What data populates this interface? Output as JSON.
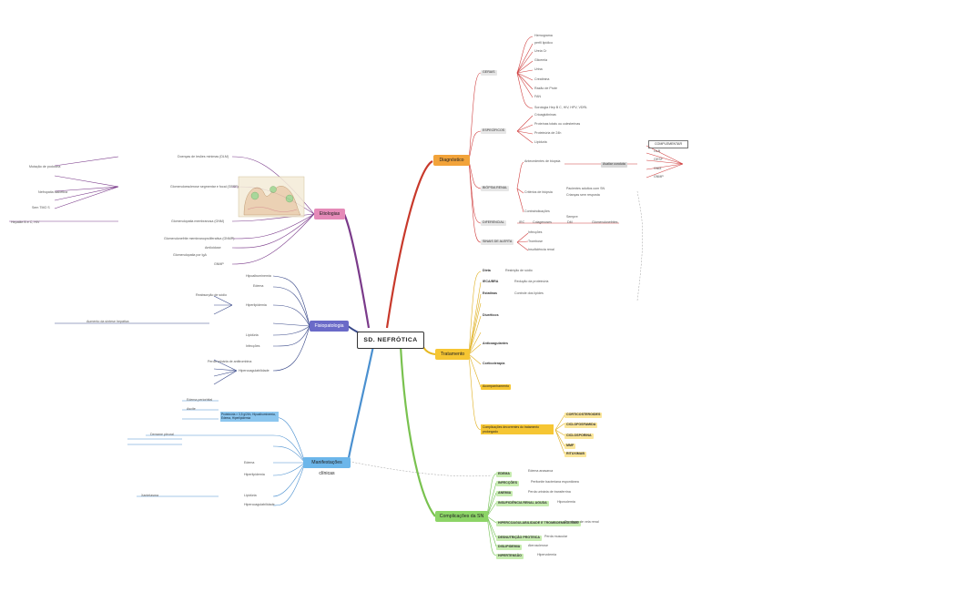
{
  "center": "SD. NEFRÓTICA",
  "branches": {
    "diagnostico": "Diagnóstico",
    "etiologias": "Etiologias",
    "fisiopatologia": "Fisiopatologia",
    "manifestacoes": "Manifestações clínicas",
    "tratamento": "Tratamento",
    "complicacoes": "Complicações da SN"
  },
  "diagnostico": {
    "gerais": "GERAIS",
    "gerais_items": [
      "Hemograma",
      "perfil lipídico",
      "Ureia Cr",
      "Glicemia",
      "Urina",
      "Creatinina",
      "Razão de Prote",
      "FAN",
      "Sorologia Hep B C, HIV, HPV, VDRL"
    ],
    "especificos": "ESPECÍFICOS",
    "especificos_items": [
      "Crioaglutininas",
      "Proteínas totais ou colesterinas",
      "Proteinúria de 24h",
      "Lipiduria"
    ],
    "biopsia": "BIÓPSIA RENAL",
    "biopsia_a": "Antecedentes de biopsia",
    "biopsia_b": "Contraindicações",
    "biopsia_sub": [
      "Critérios de biópsia",
      "Avaliar conduta"
    ],
    "dx_diferencial": "DIFERENCIAL",
    "sinais_alerta": "SINAIS DE ALERTA",
    "complementar": "COMPLEMENTAR",
    "compl_items": [
      "GLB",
      "GESF",
      "GNM",
      "GNMP"
    ],
    "biopsia_notes": [
      "Pacientes adultos com SN",
      "Crianças sem resposta",
      "Sempre"
    ],
    "dif_items": [
      "IRC",
      "Colagenoses",
      "DM",
      "Glomerulonefrites"
    ],
    "alerta_items": [
      "Infecções",
      "Trombose",
      "Insuficiência renal"
    ]
  },
  "etiologias": {
    "items": [
      "Doenças de lesões mínimas (DLM)",
      "Glomeruloesclerose segmentar e focal (GESF)",
      "Glomerulopatia membranosa (GNM)",
      "Glomerulonefrite membranoproliferativa (GNMP)",
      "Amiloidose",
      "Glomerulopatia por IgA",
      "GNMP"
    ],
    "notes": [
      "Hepatite B e C, HIV",
      "Mutação de podocina",
      "Sem TMO S",
      "Nefropatia diabética"
    ]
  },
  "fisiopatologia": {
    "items": [
      "Hipoalbuminemia",
      "Edema",
      "Hiperlipidemia",
      "Lipidúria",
      "Hipercoagulabilidade",
      "Infecções"
    ],
    "notes": [
      "Reabsorção de sódio",
      "Aumento da síntese hepática",
      "Perda urinária de antitrombina"
    ]
  },
  "manifestacoes": {
    "header": "Proteinúria > 3,5 g/24h, Hipoalbuminemia, Edema, Hiperlipidemia",
    "items": [
      "Edema",
      "Hiperlipidemia",
      "Lipidúria",
      "Hipercoagulabilidade"
    ],
    "sub": [
      "Edema periorbital",
      "Ascite",
      "Derrame pleural",
      "Xantelasma"
    ]
  },
  "tratamento": {
    "items": [
      "Dieta",
      "IECA/BRA",
      "Estatinas",
      "Diuréticos",
      "Anticoagulantes",
      "Corticoterapia",
      "Acompanhamento",
      "Complicações decorrentes do tratamento prolongado"
    ],
    "notes": [
      "Restrição de sódio",
      "Redução da proteinúria",
      "Controle dos lípides"
    ],
    "cortico": [
      "CORTICOSTEROIDES",
      "CICLOFOSFAMIDA",
      "CICLOSPORINA",
      "MMF",
      "RITUXIMAB"
    ]
  },
  "complicacoes": {
    "items": [
      "EDEMA",
      "INFECÇÕES",
      "ANEMIA",
      "INSUFICIÊNCIA RENAL AGUDA",
      "HIPERCOAGULABILIDADE E TROMBOEMBOLISMO",
      "DESNUTRIÇÃO PROTEICA",
      "DISLIPIDEMIA",
      "HIPERTENSÃO"
    ],
    "notes": [
      "Edema anasarca",
      "Peritonite bacteriana espontânea",
      "Perda urinária de transferrina",
      "Hipovolemia",
      "Trombose de veia renal",
      "Perda muscular",
      "Aterosclerose",
      "Hipervolemia"
    ]
  },
  "colors": {
    "center_border": "#333333",
    "diagnostico": "#f0a030",
    "etiologias": "#e080b0",
    "fisiopatologia": "#6060c0",
    "manifestacoes": "#60a8e0",
    "tratamento": "#f0c020",
    "complicacoes": "#80d060",
    "red_line": "#d04040",
    "purple_line": "#7a3a8a",
    "navy_line": "#3a4a8a",
    "blue_line": "#4a90d0",
    "yellow_line": "#e0b020",
    "green_line": "#70c050"
  }
}
